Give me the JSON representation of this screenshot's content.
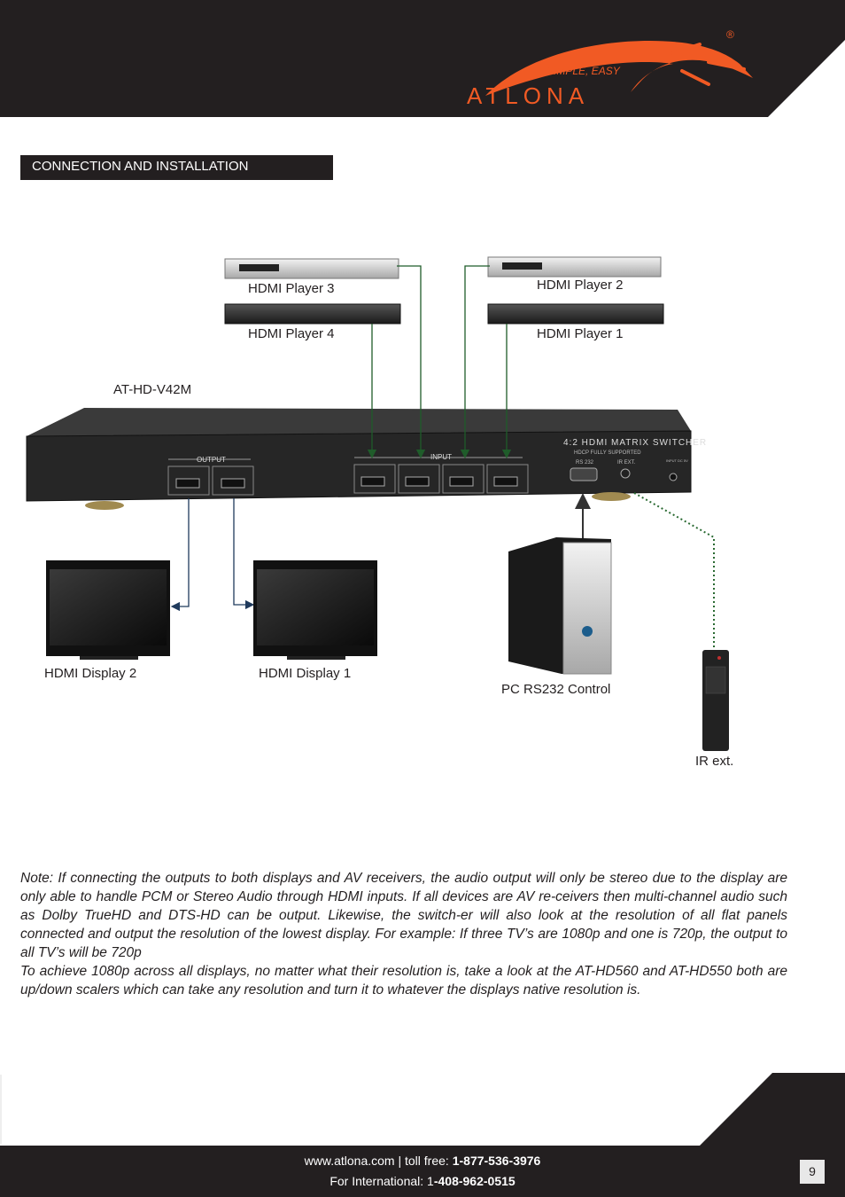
{
  "brand": {
    "tagline": "SIMPLE, EASY",
    "name": "ATLONA",
    "registered": "®"
  },
  "section_title": "CONNECTION AND INSTALLATION",
  "diagram": {
    "device_label": "AT-HD-V42M",
    "switcher_title": "4:2 HDMI MATRIX SWITCHER",
    "switcher_subtitle": "HDCP FULLY SUPPORTED",
    "output_label": "OUTPUT",
    "input_label": "INPUT",
    "rs232_label": "RS 232",
    "irext_label": "IR EXT.",
    "power_label": "INPUT DC 5V",
    "players": [
      "HDMI Player 3",
      "HDMI Player 4",
      "HDMI Player 2",
      "HDMI Player 1"
    ],
    "displays": [
      "HDMI Display 2",
      "HDMI Display 1"
    ],
    "pc_label": "PC RS232 Control",
    "ir_label": "IR ext."
  },
  "note": {
    "p1": "Note: If connecting the outputs to both displays and AV receivers, the audio output will only be stereo due to the display are only able to handle PCM or Stereo Audio through HDMI inputs. If all devices are AV re-ceivers then multi-channel audio such as Dolby TrueHD and DTS-HD can be output. Likewise, the switch-er will also look at the resolution of all flat panels connected and output the resolution of the lowest display. For example: If three TV’s are 1080p and one is 720p, the output to all TV’s will be 720p",
    "p2": "To achieve 1080p across all displays, no matter what their resolution is, take a look at the AT-HD560 and AT-HD550 both are up/down scalers which can take any resolution and turn it to whatever the displays native resolution is."
  },
  "footer": {
    "line1_prefix": "www.atlona.com | toll free: ",
    "line1_number": "1-877-536-3976",
    "line2_prefix": "For International: 1",
    "line2_number": "-408-962-0515",
    "page_number": "9"
  },
  "colors": {
    "header_bg": "#231f20",
    "accent_orange": "#f15a24",
    "green_line": "#1f5c2a",
    "blue_line": "#1f3a5c"
  }
}
